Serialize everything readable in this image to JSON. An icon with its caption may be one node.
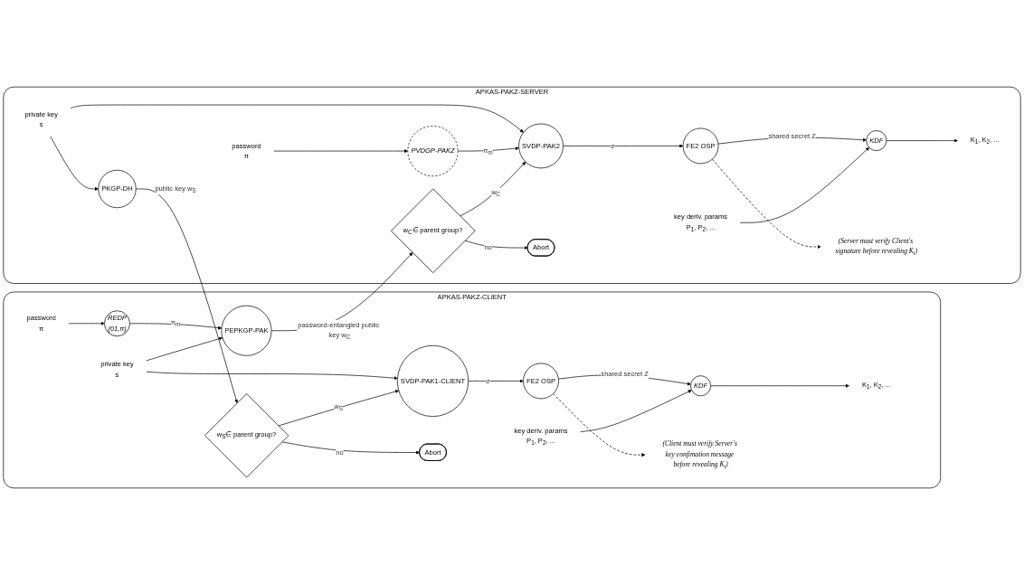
{
  "diagram": {
    "nodes": [
      {
        "text": [
          "APKAS-PAKZ-CLIENT"
        ]
      },
      {
        "text": [
          "password",
          "π"
        ],
        "in": 0
      },
      {
        "text": [
          "REDP",
          "(01,π)"
        ],
        "in": 0
      },
      {
        "text": [
          "PEPKGP-PAK"
        ],
        "in": 0
      },
      {
        "text": [
          "private key",
          "s"
        ],
        "in": 0
      },
      {
        "text": [
          "SVDP-PAK1-CLIENT"
        ],
        "in": 0
      },
      {
        "text": [
          "w$_{S}$∈ parent group?"
        ],
        "in": 0
      },
      {
        "text": [
          "Abort"
        ],
        "in": 0
      },
      {
        "text": [
          "FE2 OSP"
        ],
        "in": 0
      },
      {
        "text": [
          "KDF"
        ],
        "in": 0
      },
      {
        "text": [
          "key deriv. params",
          "P$_{1}$, P$_{2}$, ..."
        ],
        "in": 0
      },
      {
        "text": [
          "K$_{1}$, K$_{2}$, ..."
        ],
        "in": 0
      },
      {
        "text": [
          "(Client must verify Server's key confimation message before revealing K$_{i}$)"
        ],
        "in": 0
      },
      {
        "text": [
          "APKAS-PAKZ-SERVER"
        ]
      },
      {
        "text": [
          "private key",
          "s"
        ],
        "in": 13
      },
      {
        "text": [
          "password",
          "π"
        ],
        "in": 13
      },
      {
        "text": [
          "PKGP-DH"
        ],
        "in": 13
      },
      {
        "text": [
          "w$_{C}$∈ parent group?"
        ],
        "in": 13
      },
      {
        "text": [
          "SVDP-PAK2"
        ],
        "in": 13
      },
      {
        "text": [
          "PVDGP-PAKZ"
        ],
        "in": 13
      },
      {
        "text": [
          "Abort"
        ],
        "in": 13
      },
      {
        "text": [
          "FE2 OSP"
        ],
        "in": 13
      },
      {
        "text": [
          "KDF"
        ],
        "in": 13
      },
      {
        "text": [
          "key deriv. params",
          "P$_{1}$, P$_{2}$, ..."
        ],
        "in": 13
      },
      {
        "text": [
          "K$_{1}$, K$_{2}$, ..."
        ],
        "in": 13
      },
      {
        "text": [
          "(Server must verify Client's signature before revealing K$_{i}$)"
        ],
        "in": 13
      }
    ],
    "edges": [
      {
        "from": 1,
        "to": 2,
        "arrow": "to"
      },
      {
        "from": 2,
        "to": 3,
        "arrow": "to",
        "label": "π$_{m}$"
      },
      {
        "from": 4,
        "to": 3,
        "arrow": "to"
      },
      {
        "from": 4,
        "to": 5,
        "arrow": "to"
      },
      {
        "from": 6,
        "to": 5,
        "arrow": "to",
        "label": "w$_{S}$"
      },
      {
        "from": 6,
        "to": 7,
        "arrow": "to",
        "label": "no"
      },
      {
        "from": 5,
        "to": 8,
        "arrow": "to",
        "label": "z"
      },
      {
        "from": 8,
        "to": 9,
        "arrow": "to",
        "label": "shared secret Z"
      },
      {
        "from": 8,
        "to": 12,
        "arrow": "to",
        "style": "dashed"
      },
      {
        "from": 10,
        "to": 9,
        "arrow": "to"
      },
      {
        "from": 9,
        "to": 11,
        "arrow": "to"
      },
      {
        "from": 3,
        "to": 17,
        "arrow": "to",
        "label": "password-entangled public key w$_{C}$"
      },
      {
        "from": 16,
        "to": 6,
        "arrow": "to",
        "label": "public key w$_{S}$"
      },
      {
        "from": 14,
        "to": 16,
        "arrow": "to"
      },
      {
        "from": 14,
        "to": 18,
        "arrow": "to"
      },
      {
        "from": 15,
        "to": 19,
        "arrow": "to"
      },
      {
        "from": 19,
        "to": 18,
        "arrow": "to",
        "label": "π$_{m}$"
      },
      {
        "from": 17,
        "to": 18,
        "arrow": "to",
        "label": "w$_{C}$"
      },
      {
        "from": 17,
        "to": 20,
        "arrow": "to",
        "label": "no"
      },
      {
        "from": 18,
        "to": 21,
        "arrow": "to",
        "label": "z"
      },
      {
        "from": 21,
        "to": 22,
        "arrow": "to",
        "label": "shared secret Z"
      },
      {
        "from": 21,
        "to": 25,
        "arrow": "to",
        "style": "dashed"
      },
      {
        "from": 23,
        "to": 22,
        "arrow": "to"
      },
      {
        "from": 22,
        "to": 24,
        "arrow": "to"
      }
    ]
  }
}
